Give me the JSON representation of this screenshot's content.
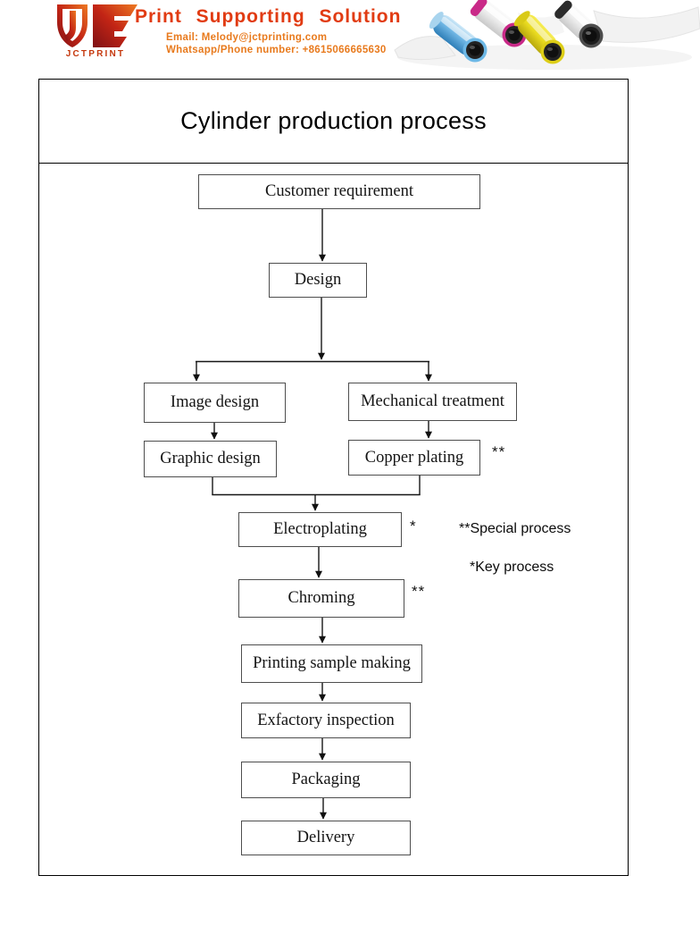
{
  "header": {
    "logo_text": "JCTPRINT",
    "brand_title": "Print Supporting Solution",
    "contact": {
      "email_line": "Email: Melody@jctprinting.com",
      "phone_line": "Whatsapp/Phone number: +8615066665630"
    },
    "colors": {
      "brand_red": "#e13b12",
      "contact_orange": "#e87a1d",
      "logo_dark_red": "#7e1115",
      "logo_orange": "#ee7a22"
    },
    "artwork_cylinder_colors": [
      "#6fb6e4",
      "#c92a88",
      "#e8da1f",
      "#2b2b2b"
    ]
  },
  "document": {
    "title": "Cylinder production process",
    "flowchart": {
      "nodes": [
        {
          "id": "customer-requirement",
          "label": "Customer requirement",
          "marker": ""
        },
        {
          "id": "design",
          "label": "Design",
          "marker": ""
        },
        {
          "id": "image-design",
          "label": "Image design",
          "marker": ""
        },
        {
          "id": "mechanical-treatment",
          "label": "Mechanical treatment",
          "marker": ""
        },
        {
          "id": "graphic-design",
          "label": "Graphic design",
          "marker": ""
        },
        {
          "id": "copper-plating",
          "label": "Copper plating",
          "marker": "**"
        },
        {
          "id": "electroplating",
          "label": "Electroplating",
          "marker": "*"
        },
        {
          "id": "chroming",
          "label": "Chroming",
          "marker": "**"
        },
        {
          "id": "printing-sample-making",
          "label": "Printing sample making",
          "marker": ""
        },
        {
          "id": "exfactory-inspection",
          "label": "Exfactory inspection",
          "marker": ""
        },
        {
          "id": "packaging",
          "label": "Packaging",
          "marker": ""
        },
        {
          "id": "delivery",
          "label": "Delivery",
          "marker": ""
        }
      ],
      "edges": [
        [
          "customer-requirement",
          "design"
        ],
        [
          "design",
          "image-design"
        ],
        [
          "design",
          "mechanical-treatment"
        ],
        [
          "image-design",
          "graphic-design"
        ],
        [
          "mechanical-treatment",
          "copper-plating"
        ],
        [
          "graphic-design",
          "electroplating"
        ],
        [
          "copper-plating",
          "electroplating"
        ],
        [
          "electroplating",
          "chroming"
        ],
        [
          "chroming",
          "printing-sample-making"
        ],
        [
          "printing-sample-making",
          "exfactory-inspection"
        ],
        [
          "exfactory-inspection",
          "packaging"
        ],
        [
          "packaging",
          "delivery"
        ]
      ],
      "legend": {
        "special": "**Special process",
        "key": "*Key process"
      }
    }
  }
}
